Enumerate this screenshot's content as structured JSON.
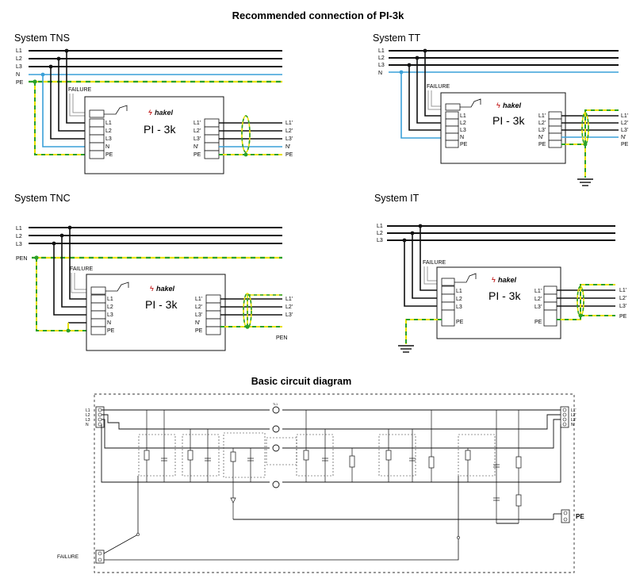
{
  "title": "Recommended connection of PI-3k",
  "brand": "hakel",
  "device_model": "PI - 3k",
  "colors": {
    "line": "#111111",
    "neutral": "#3aa0d8",
    "earth_yellow": "#e8e000",
    "earth_green": "#2aa02a",
    "node": "#2aa02a"
  },
  "systems": {
    "tns": {
      "title": "System TNS",
      "rails": [
        "L1",
        "L2",
        "L3",
        "N",
        "PE"
      ],
      "failure": "FAILURE",
      "inputs": [
        "L1",
        "L2",
        "L3",
        "N",
        "PE"
      ],
      "outputs": [
        "L1'",
        "L2'",
        "L3'",
        "N'",
        "PE"
      ],
      "out_labels": [
        "L1'",
        "L2'",
        "L3'",
        "N'",
        "PE"
      ]
    },
    "tt": {
      "title": "System TT",
      "rails": [
        "L1",
        "L2",
        "L3",
        "N"
      ],
      "failure": "FAILURE",
      "inputs": [
        "L1",
        "L2",
        "L3",
        "N",
        "PE"
      ],
      "outputs": [
        "L1'",
        "L2'",
        "L3'",
        "N'",
        "PE"
      ],
      "out_labels": [
        "L1'",
        "L2'",
        "L3'",
        "N'",
        "PE"
      ]
    },
    "tnc": {
      "title": "System TNC",
      "rails": [
        "L1",
        "L2",
        "L3",
        "PEN"
      ],
      "failure": "FAILURE",
      "inputs": [
        "L1",
        "L2",
        "L3",
        "N",
        "PE"
      ],
      "outputs": [
        "L1'",
        "L2'",
        "L3'",
        "N'",
        "PE"
      ],
      "out_labels": [
        "L1'",
        "L2'",
        "L3'"
      ],
      "pen_out": "PEN"
    },
    "it": {
      "title": "System IT",
      "rails": [
        "L1",
        "L2",
        "L3"
      ],
      "failure": "FAILURE",
      "inputs": [
        "L1",
        "L2",
        "L3",
        "PE"
      ],
      "outputs": [
        "L1'",
        "L2'",
        "L3'",
        "PE"
      ],
      "out_labels": [
        "L1'",
        "L2'",
        "L3'",
        "PE"
      ]
    }
  },
  "basic": {
    "title": "Basic circuit diagram",
    "inputs": [
      "L1",
      "L2",
      "L3",
      "N"
    ],
    "outputs": [
      "L1'",
      "L2'",
      "L3'",
      "N'"
    ],
    "failure": "FAILURE",
    "pe": "PE"
  }
}
